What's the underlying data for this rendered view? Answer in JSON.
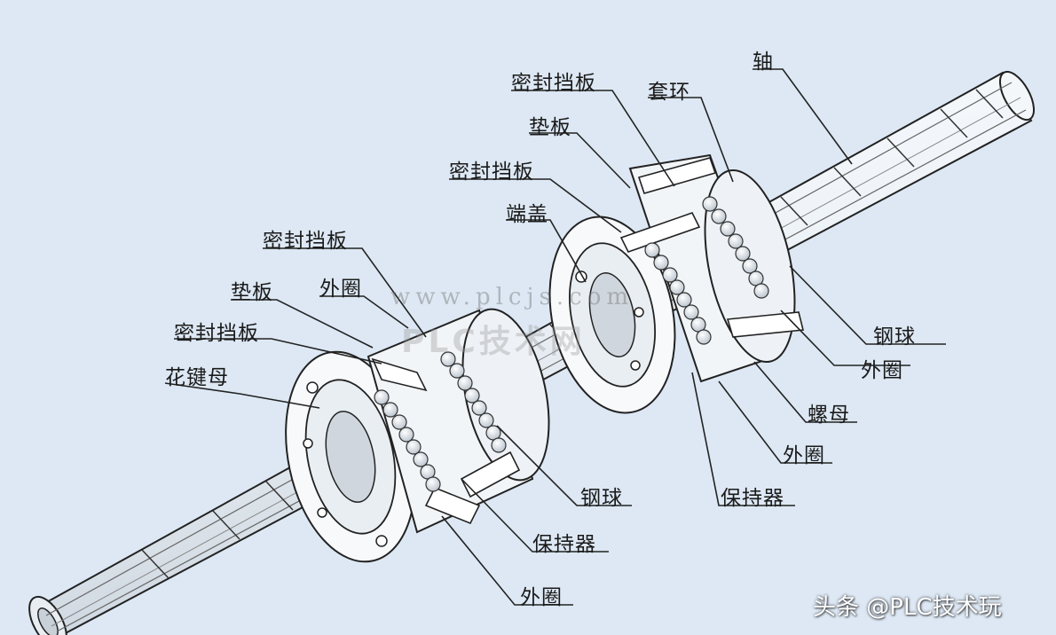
{
  "labels": {
    "zhou": "轴",
    "mifeng_top_right": "密封挡板",
    "taohuan": "套环",
    "dianban_right": "垫板",
    "mifeng_mid_right": "密封挡板",
    "duangai": "端盖",
    "mifeng_left_top": "密封挡板",
    "dianban_left": "垫板",
    "waiquan_left_top": "外圈",
    "mifeng_left_mid": "密封挡板",
    "huajianmu": "花键母",
    "gangqiu_right": "钢球",
    "waiquan_right_top": "外圈",
    "luomu": "螺母",
    "waiquan_right_mid": "外圈",
    "baochiqi_right": "保持器",
    "gangqiu_left": "钢球",
    "baochiqi_left": "保持器",
    "waiquan_left_bottom": "外圈"
  },
  "watermark": {
    "url": "www.plcjs.com",
    "name": "PLC技术网"
  },
  "credit": "头条 @PLC技术玩"
}
